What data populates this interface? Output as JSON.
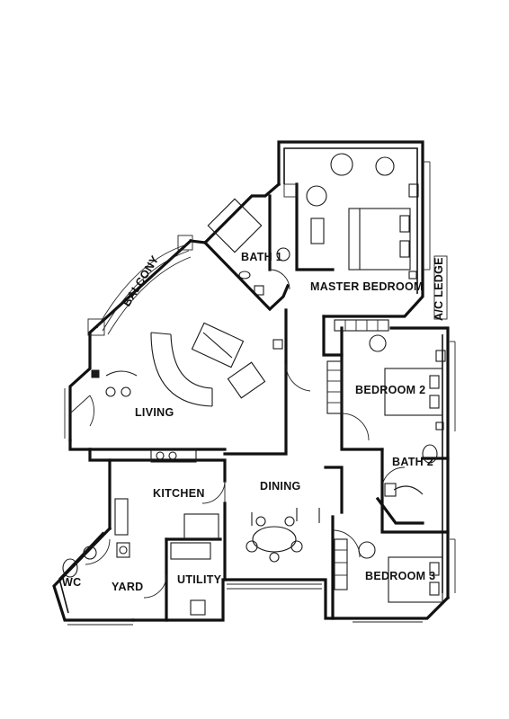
{
  "rooms": {
    "master_bedroom": "MASTER BEDROOM",
    "bath1": "BATH 1",
    "balcony": "BALCONY",
    "living": "LIVING",
    "ac_ledge": "A/C LEDGE",
    "bedroom2": "BEDROOM 2",
    "bath2": "BATH 2",
    "kitchen": "KITCHEN",
    "dining": "DINING",
    "bedroom3": "BEDROOM 3",
    "utility": "UTILITY",
    "wc": "WC",
    "yard": "YARD"
  }
}
